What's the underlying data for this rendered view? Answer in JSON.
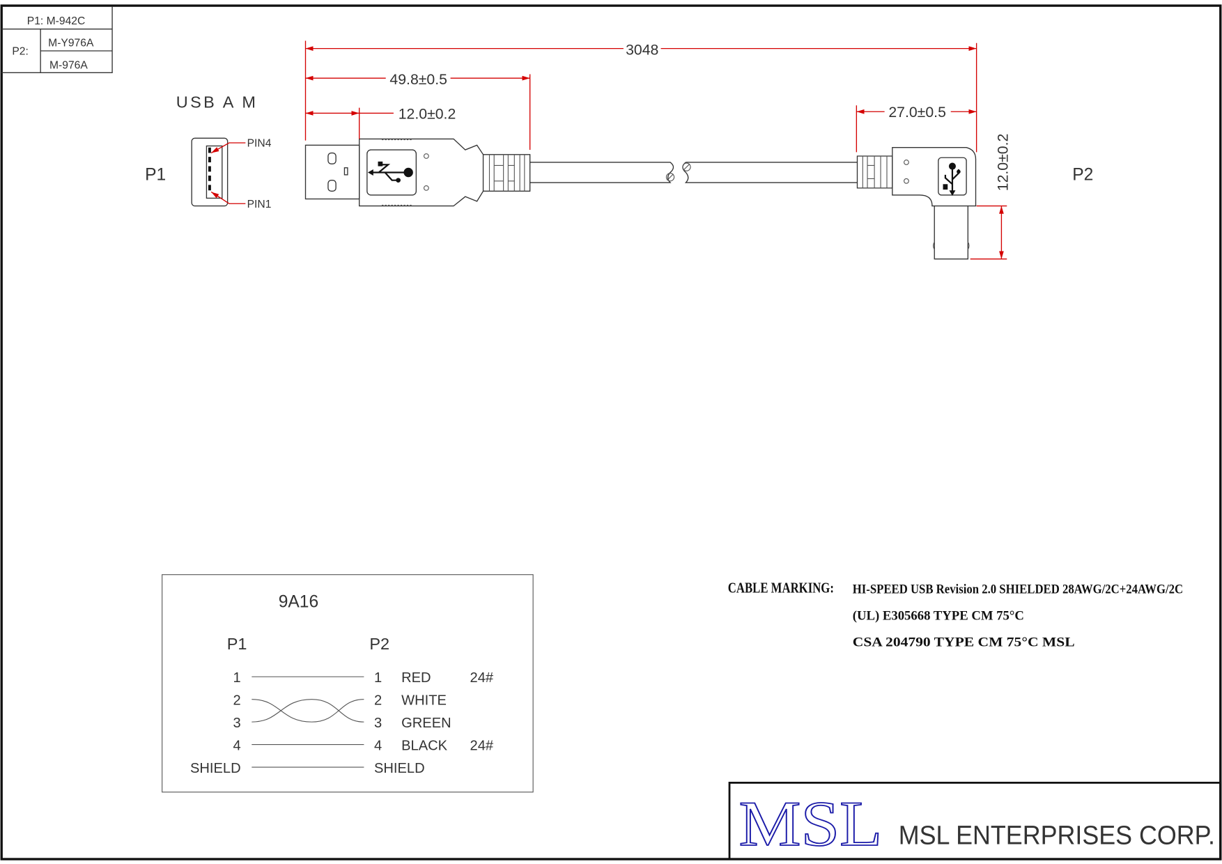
{
  "parts_table": {
    "p1_label": "P1: M-942C",
    "p2_label": "P2:",
    "p2_part_a": "M-Y976A",
    "p2_part_b": "M-976A"
  },
  "connector_p1": {
    "type_label": "USB A M",
    "name": "P1",
    "pin4": "PIN4",
    "pin1": "PIN1"
  },
  "connector_p2": {
    "name": "P2"
  },
  "dimensions": {
    "overall": "3048",
    "plug_length": "49.8±0.5",
    "tip_length": "12.0±0.2",
    "p2_length": "27.0±0.5",
    "p2_height": "12.0±0.2"
  },
  "wiring": {
    "title": "9A16",
    "p1_header": "P1",
    "p2_header": "P2",
    "rows": [
      {
        "p1": "1",
        "p2": "1",
        "color": "RED",
        "gauge": "24#"
      },
      {
        "p1": "2",
        "p2": "2",
        "color": "WHITE",
        "gauge": ""
      },
      {
        "p1": "3",
        "p2": "3",
        "color": "GREEN",
        "gauge": ""
      },
      {
        "p1": "4",
        "p2": "4",
        "color": "BLACK",
        "gauge": "24#"
      },
      {
        "p1": "SHIELD",
        "p2": "SHIELD",
        "color": "",
        "gauge": ""
      }
    ]
  },
  "cable_marking": {
    "label": "CABLE MARKING:",
    "line1": "HI-SPEED USB Revision 2.0 SHIELDED 28AWG/2C+24AWG/2C",
    "line2": "(UL) E305668   TYPE CM   75°C",
    "line3": "CSA    204790   TYPE   CM   75°C     MSL"
  },
  "title_block": {
    "logo": "MSL",
    "company": "MSL ENTERPRISES CORP."
  },
  "colors": {
    "dimension": "#d40000",
    "logo": "#1a1aa8"
  }
}
